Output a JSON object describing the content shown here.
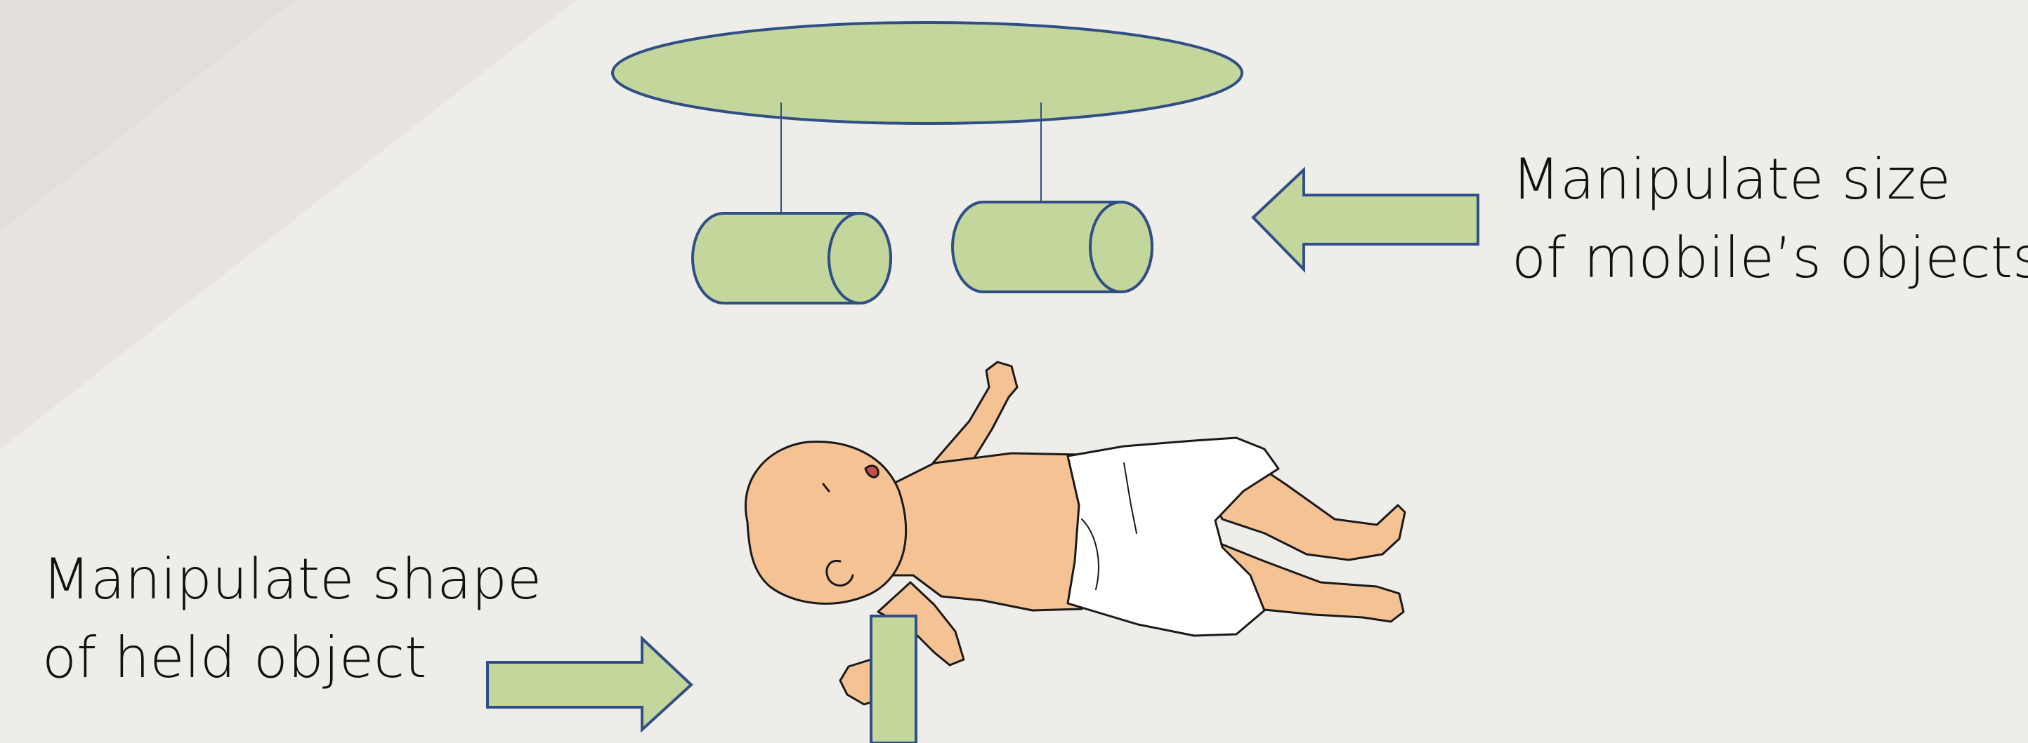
{
  "labels": {
    "size_line1": "Manipulate size",
    "size_line2": "of mobile’s objects",
    "shape_line1": "Manipulate shape",
    "shape_line2": "of held object"
  },
  "colors": {
    "background": "#efede9",
    "shape_fill": "#c3d69b",
    "shape_stroke": "#2f4f86",
    "skin": "#f4c293",
    "diaper": "#ffffff",
    "text": "#111111"
  },
  "icons": [
    "mobile-ellipse",
    "cylinder-left",
    "cylinder-right",
    "arrow-left-icon",
    "arrow-right-icon",
    "baby-illustration",
    "held-object-block"
  ]
}
